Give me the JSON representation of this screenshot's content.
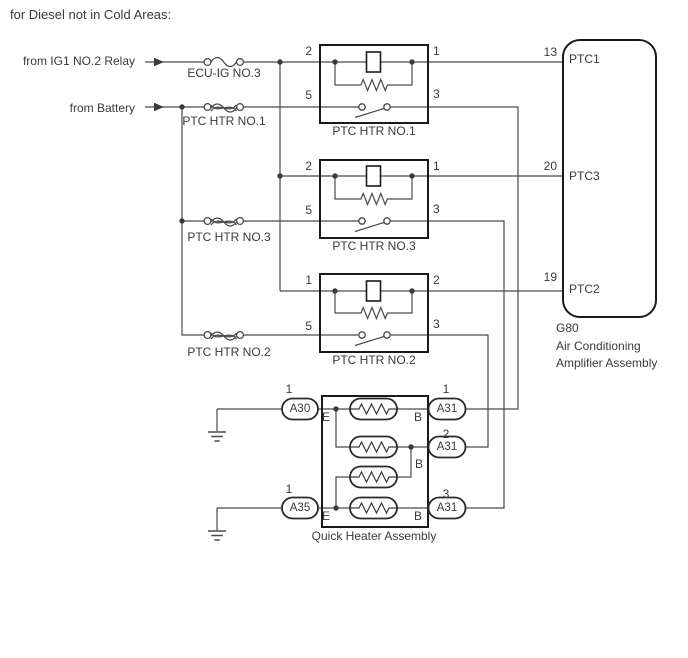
{
  "title": "for Diesel not in Cold Areas:",
  "colors": {
    "wire": "#4a4a4a",
    "box": "#1a1a1a",
    "text": "#3a3a3a"
  },
  "sources": [
    {
      "label": "from IG1 NO.2 Relay"
    },
    {
      "label": "from Battery"
    }
  ],
  "fuses": [
    {
      "label": "ECU-IG NO.3"
    },
    {
      "label": "PTC HTR NO.1"
    },
    {
      "label": "PTC HTR NO.3"
    },
    {
      "label": "PTC HTR NO.2"
    }
  ],
  "relays": [
    {
      "label": "PTC HTR NO.1",
      "pins": [
        "2",
        "1",
        "5",
        "3"
      ]
    },
    {
      "label": "PTC HTR NO.3",
      "pins": [
        "2",
        "1",
        "5",
        "3"
      ]
    },
    {
      "label": "PTC HTR NO.2",
      "pins": [
        "1",
        "2",
        "5",
        "3"
      ]
    }
  ],
  "amplifier": {
    "code": "G80",
    "name_line1": "Air Conditioning",
    "name_line2": "Amplifier Assembly",
    "pins": [
      {
        "number": "13",
        "name": "PTC1"
      },
      {
        "number": "20",
        "name": "PTC3"
      },
      {
        "number": "19",
        "name": "PTC2"
      }
    ]
  },
  "quick_heater": {
    "label": "Quick Heater Assembly",
    "left_connectors": [
      {
        "pin": "1",
        "code": "A30",
        "terminal": "E"
      },
      {
        "pin": "1",
        "code": "A35",
        "terminal": "E"
      }
    ],
    "right_connectors": [
      {
        "pin": "1",
        "code": "A31",
        "terminal": "B"
      },
      {
        "pin": "2",
        "code": "A31",
        "terminal": "B"
      },
      {
        "pin": "3",
        "code": "A31",
        "terminal": "B"
      }
    ]
  }
}
